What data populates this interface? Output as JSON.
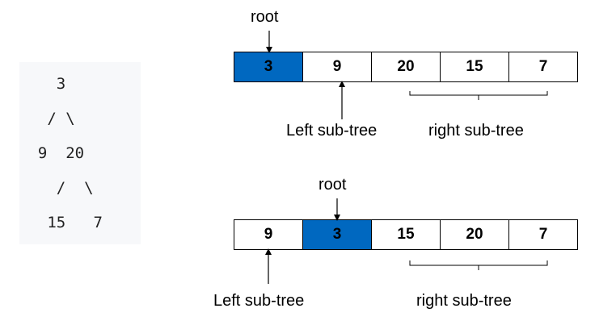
{
  "tree": {
    "lines": [
      "    3",
      "   / \\",
      "  9  20",
      "    /  \\",
      "   15   7"
    ]
  },
  "array_top": {
    "cells": [
      {
        "value": "3",
        "highlight": true
      },
      {
        "value": "9",
        "highlight": false
      },
      {
        "value": "20",
        "highlight": false
      },
      {
        "value": "15",
        "highlight": false
      },
      {
        "value": "7",
        "highlight": false
      }
    ],
    "root_label": "root",
    "left_label": "Left sub-tree",
    "right_label": "right sub-tree"
  },
  "array_bottom": {
    "cells": [
      {
        "value": "9",
        "highlight": false
      },
      {
        "value": "3",
        "highlight": true
      },
      {
        "value": "15",
        "highlight": false
      },
      {
        "value": "20",
        "highlight": false
      },
      {
        "value": "7",
        "highlight": false
      }
    ],
    "root_label": "root",
    "left_label": "Left sub-tree",
    "right_label": "right sub-tree"
  },
  "colors": {
    "highlight": "#0068c0",
    "border": "#000000",
    "panel_bg": "#f7f8fa"
  }
}
